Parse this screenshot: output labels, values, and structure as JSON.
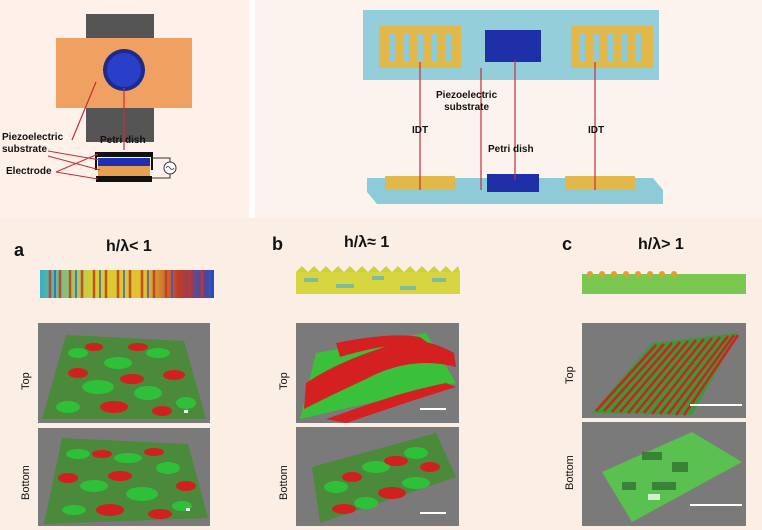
{
  "left_diagram": {
    "petri_label": "Petri dish",
    "piezo_label": "Piezoelectric\nsubstrate",
    "electrode_label": "Electrode"
  },
  "right_diagram": {
    "piezo_label": "Piezoelectric\nsubstrate",
    "idt_left": "IDT",
    "idt_right": "IDT",
    "petri_label": "Petri dish"
  },
  "panels": [
    {
      "letter": "a",
      "title": "h/λ< 1",
      "top": "Top",
      "bottom": "Bottom"
    },
    {
      "letter": "b",
      "title": "h/λ≈ 1",
      "top": "Top",
      "bottom": "Bottom"
    },
    {
      "letter": "c",
      "title": "h/λ> 1",
      "top": "Top",
      "bottom": "Bottom"
    }
  ],
  "colors": {
    "substrate": "#f0a060",
    "dish": "#1f2a9a",
    "idt": "#e2b84a",
    "cyan": "#8ecbd8",
    "red": "#d42020",
    "green": "#3ec43e"
  }
}
